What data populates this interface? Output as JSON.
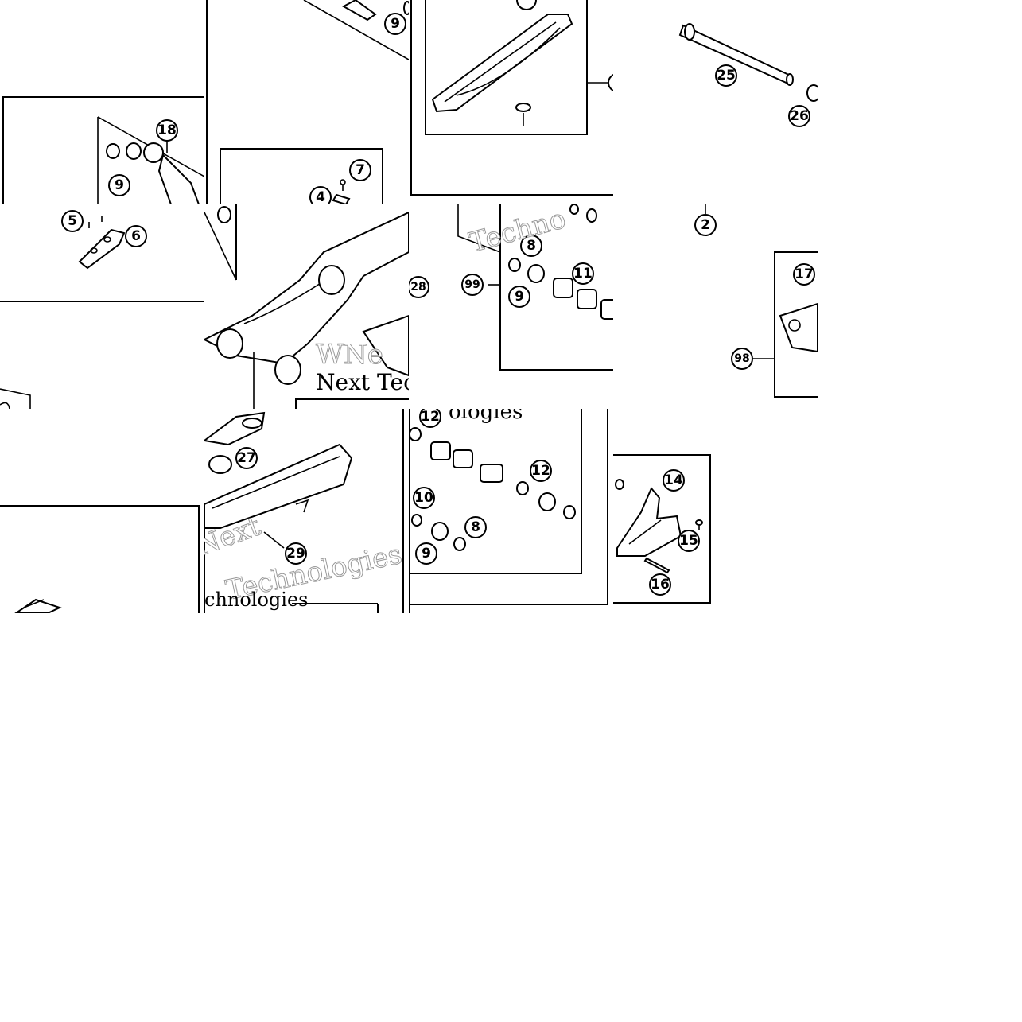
{
  "watermark": {
    "line_1": "Next Technologies",
    "line_2": "Technologies",
    "line_3": "Next",
    "fragment_1": "Techno",
    "fragment_2": "WNe",
    "fragment_3": "Next Tec",
    "fragment_4": "ologies",
    "fragment_5": "chnologies"
  },
  "callouts": {
    "c2": "2",
    "c4": "4",
    "c5": "5",
    "c6": "6",
    "c7": "7",
    "c8a": "8",
    "c8b": "8",
    "c9a": "9",
    "c9b": "9",
    "c9c": "9",
    "c9d": "9",
    "c10": "10",
    "c11": "11",
    "c12a": "12",
    "c12b": "12",
    "c14": "14",
    "c15": "15",
    "c16": "16",
    "c17": "17",
    "c18": "18",
    "c25": "25",
    "c26": "26",
    "c27": "27",
    "c28": "28",
    "c29": "29",
    "c98": "98",
    "c99": "99"
  },
  "colors": {
    "line": "#000000",
    "background": "#ffffff",
    "watermark_outline": "#9a9a9a"
  }
}
